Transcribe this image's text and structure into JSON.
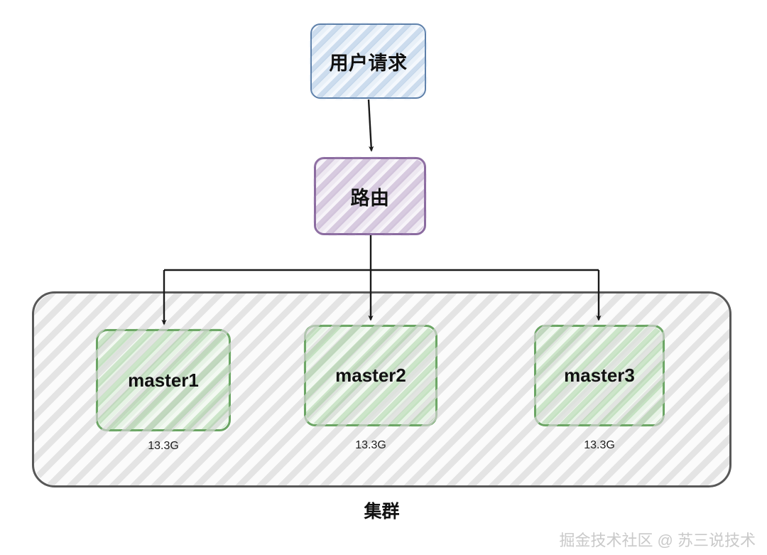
{
  "diagram": {
    "title_nodes": {
      "request": "用户请求",
      "router": "路由"
    },
    "cluster": {
      "caption": "集群",
      "border_color": "#585858"
    },
    "masters": [
      {
        "label": "master1",
        "capacity": "13.3G"
      },
      {
        "label": "master2",
        "capacity": "13.3G"
      },
      {
        "label": "master3",
        "capacity": "13.3G"
      }
    ],
    "colors": {
      "request_border": "#5d7fa9",
      "router_border": "#8b6ba0",
      "master_border": "#6ba564",
      "cluster_border": "#585858",
      "connector": "#1a1a1a",
      "watermark": "#c9c9c9"
    },
    "watermark": "掘金技术社区 @ 苏三说技术"
  }
}
